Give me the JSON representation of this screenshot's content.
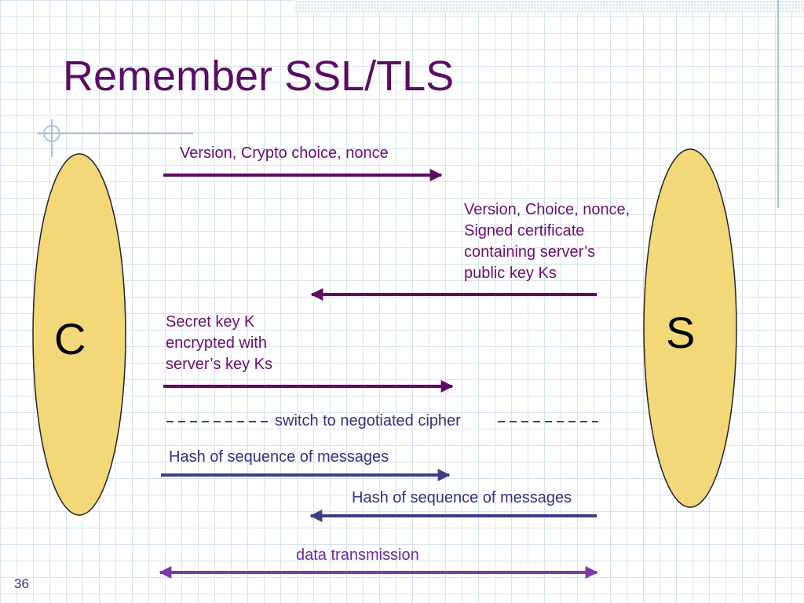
{
  "slide": {
    "title": "Remember SSL/TLS",
    "page_number": "36"
  },
  "nodes": {
    "client": "C",
    "server": "S"
  },
  "messages": {
    "m1": "Version, Crypto choice, nonce",
    "m2": [
      "Version, Choice, nonce,",
      "Signed certificate",
      "containing server’s",
      "public key Ks"
    ],
    "m3": [
      "Secret key K",
      "encrypted with",
      "server’s key Ks"
    ],
    "switch": "switch to negotiated cipher",
    "m4": "Hash of sequence of messages",
    "m5": "Hash of sequence of messages",
    "data": "data transmission"
  },
  "colors": {
    "title": "#5b0d63",
    "arrow_purple": "#5e0a63",
    "arrow_navy": "#3b3f84",
    "arrow_violet": "#7b3aa8",
    "ellipse_fill": "#f2d878",
    "ellipse_stroke": "#222222"
  }
}
